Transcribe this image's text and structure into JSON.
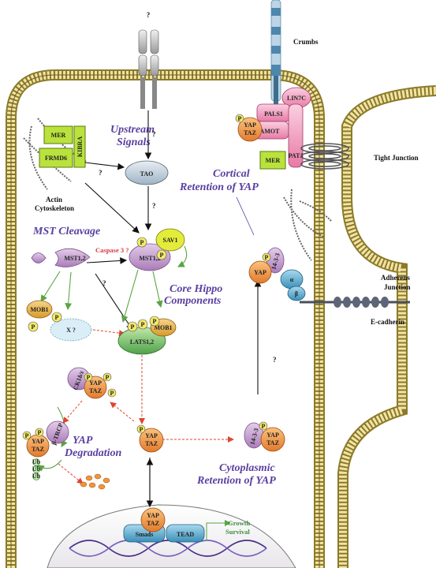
{
  "labels": {
    "question": "?",
    "crumbs": "Crumbs",
    "tight_junction": "Tight Junction",
    "adherens_junction_1": "Adherens",
    "adherens_junction_2": "Junction",
    "e_cadherin": "E-cadherin",
    "actin_cytoskeleton_1": "Actin",
    "actin_cytoskeleton_2": "Cytoskeleton",
    "upstream_signals_1": "Upstream",
    "upstream_signals_2": "Signals",
    "mst_cleavage": "MST Cleavage",
    "caspase3": "Caspase 3 ?",
    "core_hippo_1": "Core Hippo",
    "core_hippo_2": "Components",
    "yap_degradation_1": "YAP",
    "yap_degradation_2": "Degradation",
    "cortical_retention_1": "Cortical",
    "cortical_retention_2": "Retention of YAP",
    "cytoplasmic_retention_1": "Cytoplasmic",
    "cytoplasmic_retention_2": "Retention of YAP",
    "growth": "Growth",
    "survival": "Survival"
  },
  "proteins": {
    "mer": "MER",
    "kibra": "KIBRA",
    "frmd6": "FRMD6",
    "tao": "TAO",
    "sav1": "SAV1",
    "mst12": "MST1,2",
    "mob1": "MOB1",
    "x": "X ?",
    "lats12": "LATS1,2",
    "yap": "YAP",
    "taz": "TAZ",
    "p": "P",
    "ck1": "CK1δ/ε",
    "btrcp": "β-TRCP",
    "ub": "Ub",
    "protein1433": "14-3-3",
    "pals1": "PALS1",
    "lin7c": "LIN7C",
    "amot": "AMOT",
    "patj": "PATJ",
    "alpha": "α",
    "beta": "β",
    "smads": "Smads",
    "tead": "TEAD"
  },
  "colors": {
    "purple_text": "#5a3fa0",
    "green_box": "#b9e23c",
    "mst": "#c9a6d2",
    "lats": "#7bc46a",
    "yap": "#f0963a",
    "p": "#f4e96a",
    "pink": "#f2a5c3",
    "tao": "#c9d8e4",
    "alpha_beta": "#57a7c9"
  }
}
